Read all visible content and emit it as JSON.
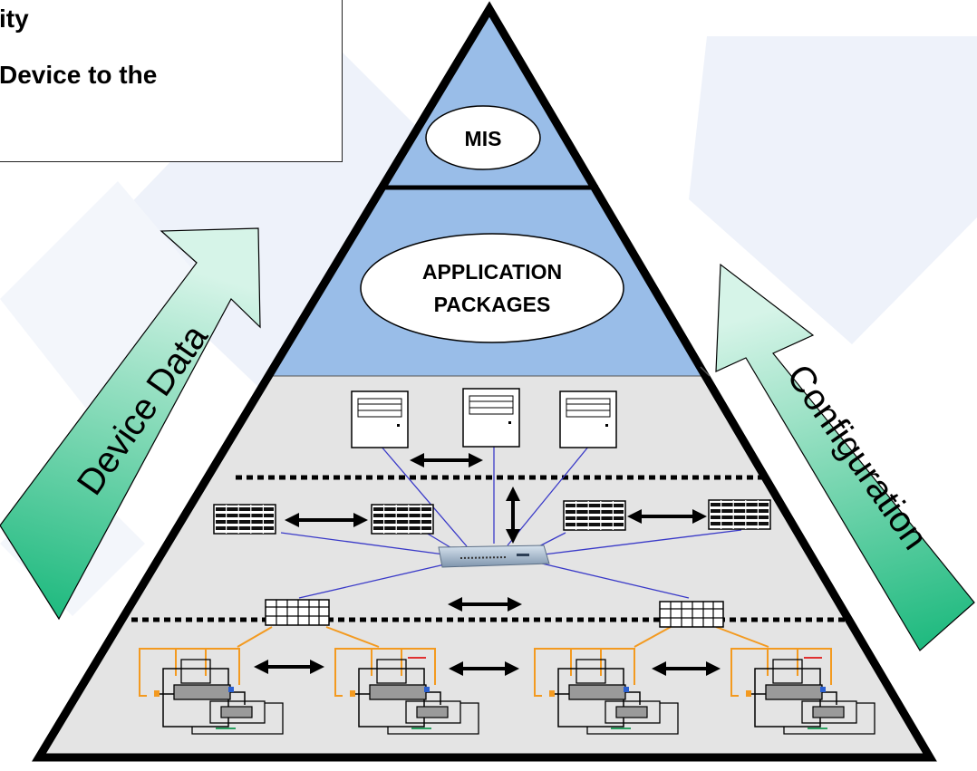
{
  "callout": {
    "line1": "ity",
    "line2": "Device to the"
  },
  "pyramid": {
    "top_label": "MIS",
    "middle_label_line1": "APPLICATION",
    "middle_label_line2": "PACKAGES"
  },
  "arrows": {
    "left_label": "Device Data",
    "right_label": "Configuration"
  },
  "colors": {
    "upper_tier": "#99bde8",
    "lower_tier": "#e4e4e4",
    "arrow_fill": "#3dc38f",
    "link_blue": "#3a3ac8",
    "link_orange": "#f39a20",
    "watermark": "#eef2fa"
  }
}
